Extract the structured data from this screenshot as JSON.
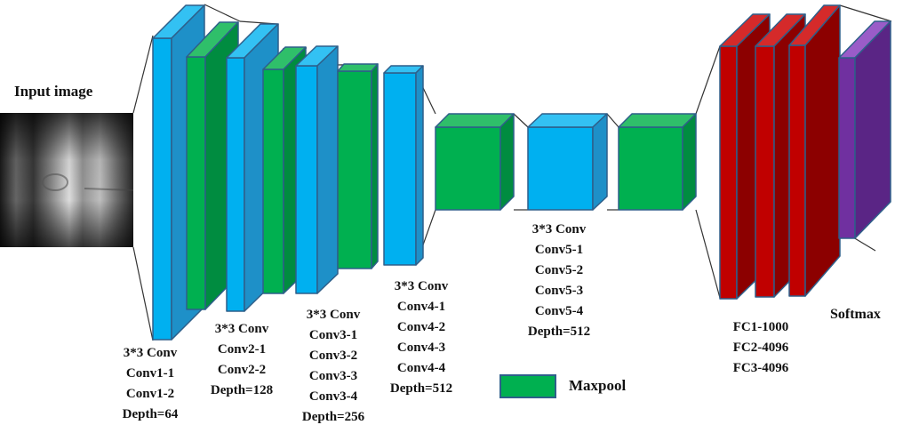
{
  "input_label": "Input image",
  "blocks": {
    "conv1": [
      "3*3 Conv",
      "Conv1-1",
      "Conv1-2",
      "Depth=64"
    ],
    "conv2": [
      "3*3 Conv",
      "Conv2-1",
      "Conv2-2",
      "Depth=128"
    ],
    "conv3": [
      "3*3 Conv",
      "Conv3-1",
      "Conv3-2",
      "Conv3-3",
      "Conv3-4",
      "Depth=256"
    ],
    "conv4": [
      "3*3 Conv",
      "Conv4-1",
      "Conv4-2",
      "Conv4-3",
      "Conv4-4",
      "Depth=512"
    ],
    "conv5": [
      "3*3 Conv",
      "Conv5-1",
      "Conv5-2",
      "Conv5-3",
      "Conv5-4",
      "Depth=512"
    ],
    "fc": [
      "FC1-1000",
      "FC2-4096",
      "FC3-4096"
    ]
  },
  "softmax_label": "Softmax",
  "legend": {
    "label": "Maxpool"
  },
  "colors": {
    "conv_blue": "#00b0f0",
    "pool_green": "#00b050",
    "fc_red": "#c00000",
    "softmax_purple": "#7030a0",
    "edge": "#2e5f8a"
  }
}
